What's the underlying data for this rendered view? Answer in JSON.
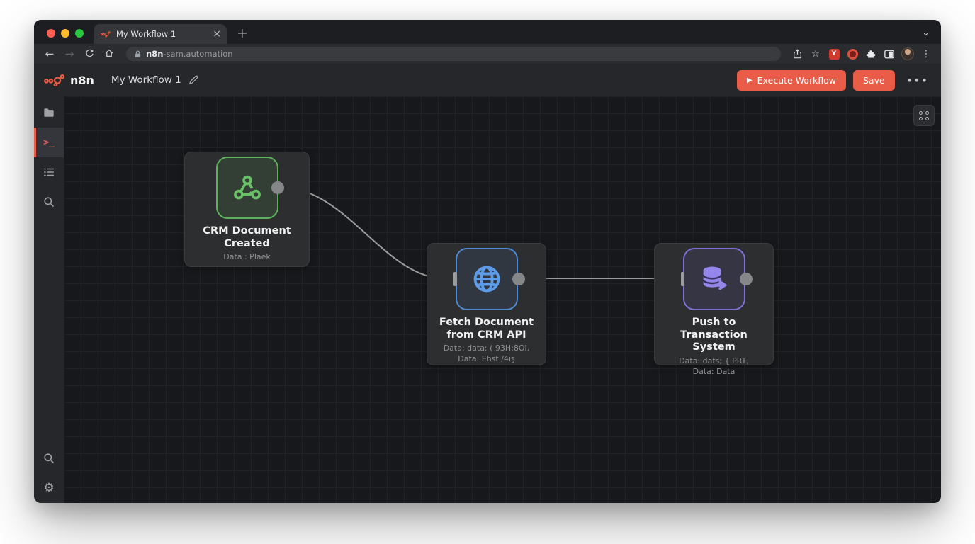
{
  "browser": {
    "tab_title": "My Workflow 1",
    "url_host_bold": "n8n",
    "url_host_rest": "-sam.automation"
  },
  "icons": {
    "close_glyph": "×",
    "new_tab_glyph": "+",
    "chevron_glyph": "⌄",
    "back_glyph": "←",
    "forward_glyph": "→",
    "star_glyph": "☆",
    "browser_menu_glyph": "⋮",
    "header_menu_glyph": "•••",
    "play_glyph": "▶",
    "gear_glyph": "⚙",
    "terminal_glyph": ">_",
    "ext_y_label": "Y"
  },
  "header": {
    "brand": "n8n",
    "workflow_title": "My Workflow 1",
    "execute_label": "Execute Workflow",
    "save_label": "Save"
  },
  "colors": {
    "accent": "#e95d48",
    "node_green": "#69c167",
    "node_blue": "#5f9ce8",
    "node_purple": "#9486ea",
    "canvas_bg": "#17181b"
  },
  "nodes": [
    {
      "title": "CRM Document Created",
      "subtitle1": "Data : Plaek",
      "subtitle2": "",
      "icon": "webhook"
    },
    {
      "title": "Fetch Document from CRM API",
      "subtitle1": "Data: data: ( 93H:8OI,",
      "subtitle2": "Data: Ehst /4ış",
      "icon": "globe"
    },
    {
      "title": "Push to Transaction System",
      "subtitle1": "Data: dats; { PRT,",
      "subtitle2": "Data: Data",
      "icon": "database-arrow"
    }
  ]
}
